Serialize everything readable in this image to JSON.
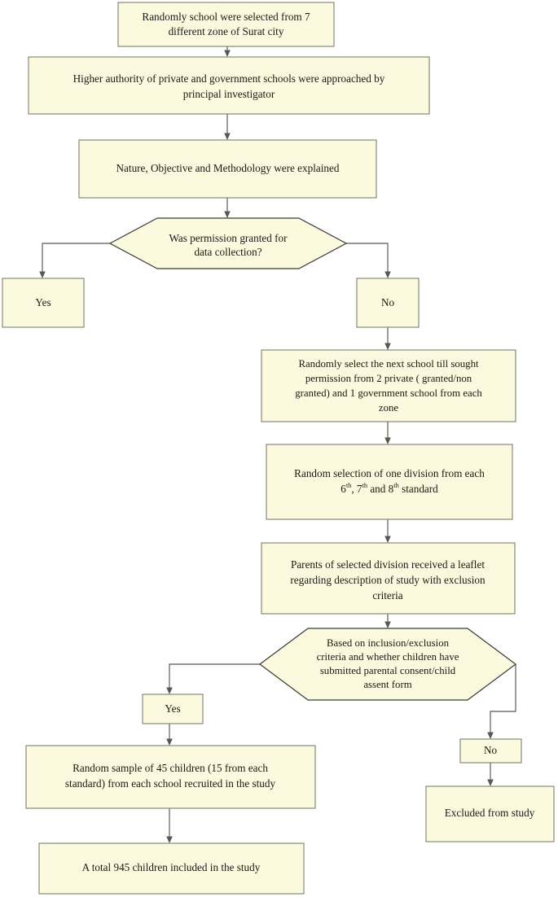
{
  "diagram": {
    "title": "Study participant recruitment flowchart",
    "colors": {
      "node_fill": "#FBFADF",
      "node_border": "#7F7F6F",
      "hex_border": "#3A3A33",
      "connector": "#58584E",
      "text": "#1A1A14",
      "background": "#FFFFFF"
    }
  },
  "nodes": {
    "n1": {
      "shape": "rectangle",
      "lines": [
        "Randomly school were selected from 7",
        "different zone of Surat city"
      ]
    },
    "n2": {
      "shape": "rectangle",
      "lines": [
        "Higher authority of private and government schools were approached by",
        "principal investigator"
      ]
    },
    "n3": {
      "shape": "rectangle",
      "lines": [
        "Nature, Objective and Methodology were explained"
      ]
    },
    "n4": {
      "shape": "hexagon",
      "lines": [
        "Was permission granted for",
        "data collection?"
      ]
    },
    "n5": {
      "shape": "rectangle",
      "lines": [
        "Yes"
      ]
    },
    "n6": {
      "shape": "rectangle",
      "lines": [
        "No"
      ]
    },
    "n7": {
      "shape": "rectangle",
      "lines": [
        "Randomly select the next school till sought",
        "permission from 2 private ( granted/non",
        "granted) and 1 government school from each",
        "zone"
      ]
    },
    "n8": {
      "shape": "rectangle",
      "line1": "Random selection of one division from each",
      "line2_parts": [
        "6",
        "th",
        ", 7",
        "th",
        " and 8",
        "th",
        " standard"
      ],
      "line2_plain": "6th, 7th and 8th standard"
    },
    "n9": {
      "shape": "rectangle",
      "lines": [
        "Parents of selected division received a leaflet",
        "regarding description of study with exclusion",
        "criteria"
      ]
    },
    "n10": {
      "shape": "hexagon",
      "lines": [
        "Based on inclusion/exclusion",
        "criteria and whether children have",
        "submitted parental consent/child",
        "assent form"
      ]
    },
    "n11": {
      "shape": "rectangle",
      "lines": [
        "Yes"
      ]
    },
    "n12": {
      "shape": "rectangle",
      "lines": [
        "No"
      ]
    },
    "n13": {
      "shape": "rectangle",
      "lines": [
        "Random sample of 45 children (15 from each",
        "standard) from each school recruited in the study"
      ]
    },
    "n14": {
      "shape": "rectangle",
      "lines": [
        "Excluded from study"
      ]
    },
    "n15": {
      "shape": "rectangle",
      "lines": [
        "A total 945 children included in the study"
      ]
    }
  }
}
